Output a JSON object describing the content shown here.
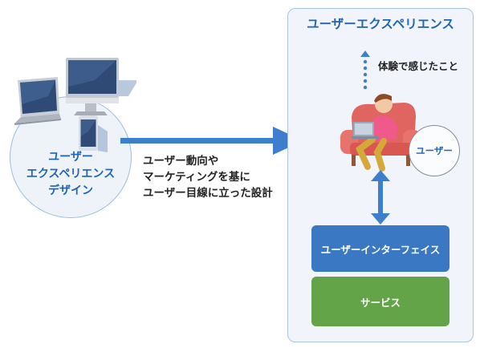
{
  "left": {
    "circle_label_lines": [
      "ユーザー",
      "エクスペリエンス",
      "デザイン"
    ]
  },
  "arrow_description_lines": [
    "ユーザー動向や",
    "マーケティングを基に",
    "ユーザー目線に立った設計"
  ],
  "right": {
    "title": "ユーザーエクスペリエンス",
    "feeling_label": "体験で感じたこと",
    "user_label": "ユーザー",
    "ui_label": "ユーザーインターフェイス",
    "service_label": "サービス"
  },
  "colors": {
    "accent_blue": "#1f63b5",
    "arrow_blue": "#3e7fcd",
    "ui_box": "#3a78c4",
    "service_box": "#64a448",
    "panel_bg": "#f1f5fb"
  },
  "icons": [
    "laptop-icon",
    "desktop-monitor-icon",
    "smartphone-icon",
    "person-on-sofa-illustration",
    "dotted-up-arrow",
    "double-headed-arrow"
  ]
}
